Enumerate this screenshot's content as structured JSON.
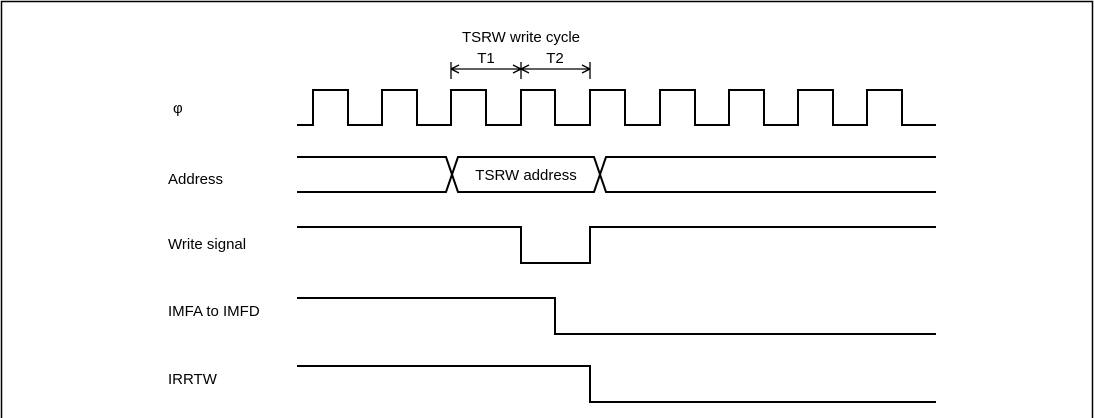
{
  "header": {
    "cycle_title": "TSRW write cycle",
    "t1": "T1",
    "t2": "T2"
  },
  "signals": {
    "phi": "φ",
    "address": "Address",
    "address_value": "TSRW address",
    "write_signal": "Write signal",
    "imfa_imfd": "IMFA to IMFD",
    "irrtw": "IRRTW"
  },
  "colors": {
    "line": "#000000",
    "background": "#ffffff"
  }
}
